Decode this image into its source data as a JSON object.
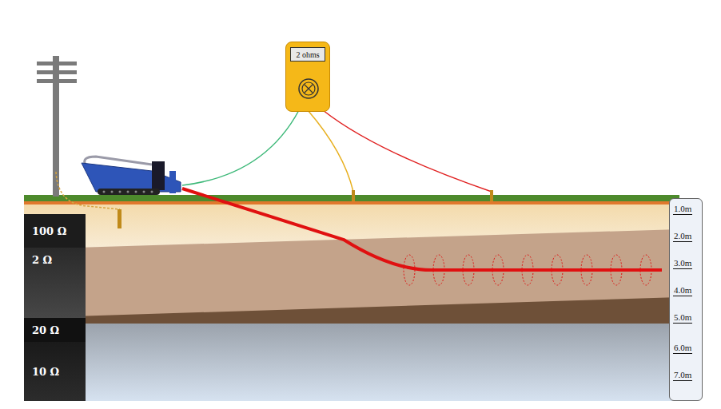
{
  "diagram": {
    "nodes": [
      {
        "text": [
          "2 ohms"
        ]
      },
      {
        "text": [
          "100 Ω"
        ]
      },
      {
        "text": [
          "2 Ω"
        ]
      },
      {
        "text": [
          "20 Ω"
        ]
      },
      {
        "text": [
          "10 Ω"
        ]
      },
      {
        "text": [
          "1.0m",
          "2.0m",
          "3.0m",
          "4.0m",
          "5.0m",
          "6.0m",
          "7.0m"
        ]
      }
    ]
  }
}
